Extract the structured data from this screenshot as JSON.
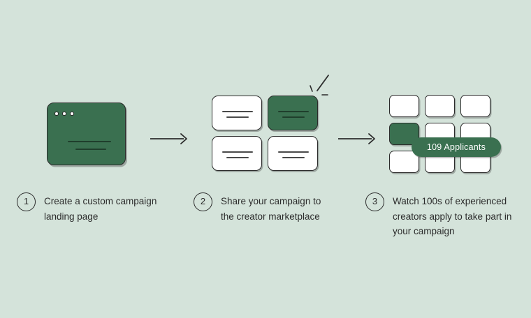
{
  "theme": {
    "background": "#d4e3da",
    "green": "#3a7050",
    "ink": "#2b2b2b",
    "card_white": "#ffffff",
    "line_grey": "#4a4a4a"
  },
  "step1": {
    "number": "1",
    "text": "Create a custom campaign landing page",
    "window": {
      "dots": [
        "dot-1",
        "dot-2",
        "dot-3"
      ]
    }
  },
  "step2": {
    "number": "2",
    "text": "Share your campaign to the creator marketplace",
    "cards": [
      {
        "state": "default"
      },
      {
        "state": "selected"
      },
      {
        "state": "default"
      },
      {
        "state": "default"
      }
    ]
  },
  "step3": {
    "number": "3",
    "text": "Watch 100s of experienced creators apply to take part in your campaign",
    "badge": "109 Applicants",
    "cards": [
      {
        "state": "default"
      },
      {
        "state": "default"
      },
      {
        "state": "default"
      },
      {
        "state": "selected"
      },
      {
        "state": "default"
      },
      {
        "state": "default"
      },
      {
        "state": "default"
      },
      {
        "state": "default"
      },
      {
        "state": "default"
      }
    ]
  },
  "icons": {
    "arrow": "arrow-right-icon",
    "sparkle": "sparkle-icon"
  }
}
